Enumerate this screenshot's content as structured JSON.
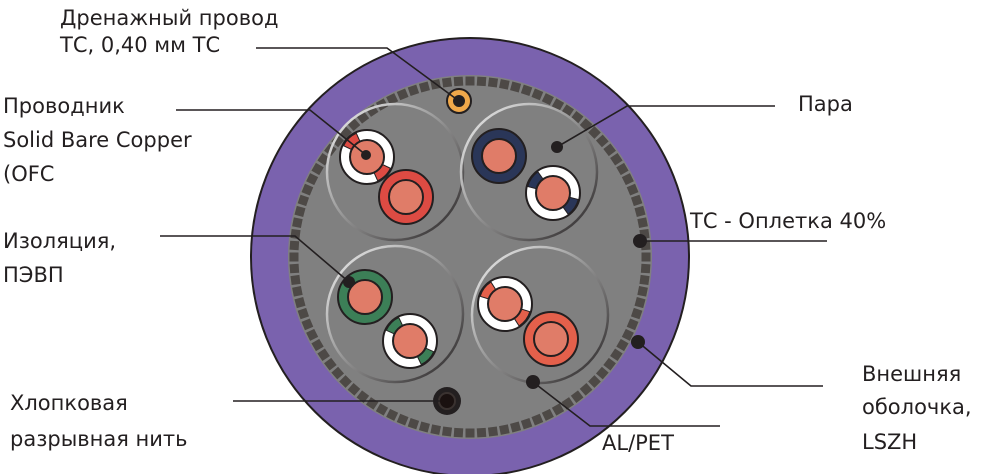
{
  "diagram": {
    "title": "Cable cross-section",
    "colors": {
      "jacket": "#7a62ae",
      "core": "#808080",
      "braid": "#4d4946",
      "outline": "#231f20",
      "copper": "#e07c68",
      "red": "#dd4b43",
      "orange": "#e4604b",
      "blue": "#2a3658",
      "green": "#3c7f57",
      "white": "#ffffff",
      "drain": "#f0a84a"
    },
    "pairs": [
      {
        "name": "pair-1",
        "solid_color": "red",
        "stripe_color": "red"
      },
      {
        "name": "pair-2",
        "solid_color": "blue",
        "stripe_color": "blue"
      },
      {
        "name": "pair-3",
        "solid_color": "green",
        "stripe_color": "green"
      },
      {
        "name": "pair-4",
        "solid_color": "orange",
        "stripe_color": "orange"
      }
    ],
    "labels": {
      "drain_line1": "Дренажный провод",
      "drain_line2": "ТС, 0,40 мм ТС",
      "conductor_line1": "Проводник",
      "conductor_line2": "Solid Bare Copper",
      "conductor_line3": "(OFC",
      "insulation_line1": "Изоляция,",
      "insulation_line2": "ПЭВП",
      "ripcord_line1": "Хлопковая",
      "ripcord_line2": "разрывная нить",
      "pair": "Пара",
      "braid": "ТС - Оплетка 40%",
      "jacket_line1": "Внешняя",
      "jacket_line2": "оболочка,",
      "jacket_line3": "LSZH",
      "foil": "AL/PET"
    }
  }
}
